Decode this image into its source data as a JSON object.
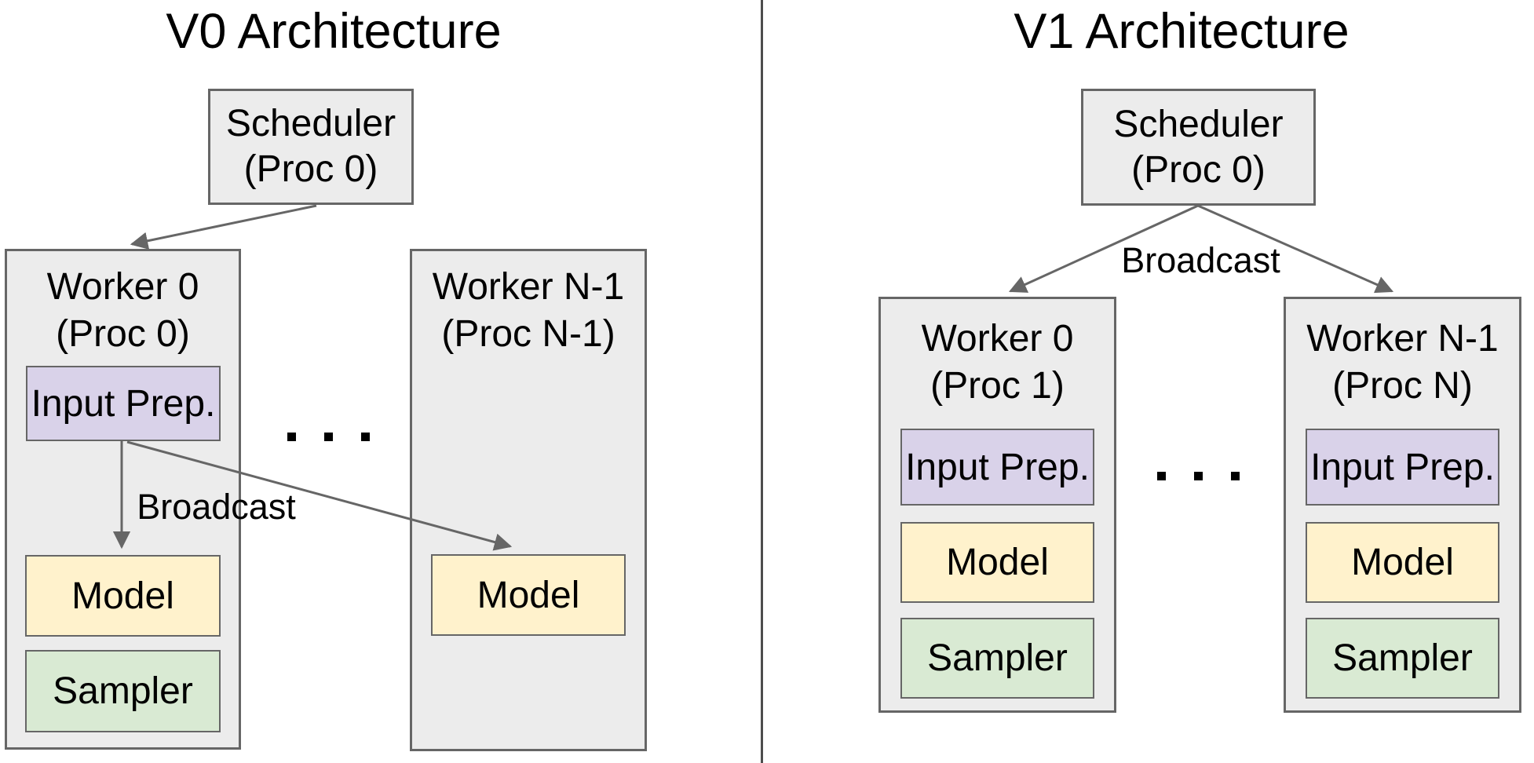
{
  "v0": {
    "title": "V0 Architecture",
    "scheduler": {
      "name": "Scheduler",
      "proc": "(Proc 0)"
    },
    "broadcast": "Broadcast",
    "worker0": {
      "name": "Worker 0",
      "proc": "(Proc 0)",
      "input_prep": "Input Prep.",
      "model": "Model",
      "sampler": "Sampler"
    },
    "workerN": {
      "name": "Worker N-1",
      "proc": "(Proc N-1)",
      "model": "Model"
    },
    "dots": ". . ."
  },
  "v1": {
    "title": "V1 Architecture",
    "scheduler": {
      "name": "Scheduler",
      "proc": "(Proc 0)"
    },
    "broadcast": "Broadcast",
    "worker0": {
      "name": "Worker 0",
      "proc": "(Proc 1)",
      "input_prep": "Input Prep.",
      "model": "Model",
      "sampler": "Sampler"
    },
    "workerN": {
      "name": "Worker N-1",
      "proc": "(Proc N)",
      "input_prep": "Input Prep.",
      "model": "Model",
      "sampler": "Sampler"
    },
    "dots": ". . ."
  },
  "colors": {
    "canvas_bg": "#ffffff",
    "box_fill": "#ececec",
    "box_border": "#666666",
    "input_prep_fill": "#d9d2e9",
    "model_fill": "#fff2cc",
    "sampler_fill": "#d9ead3",
    "line": "#666666",
    "divider": "#4d4d4d",
    "text": "#000000"
  }
}
